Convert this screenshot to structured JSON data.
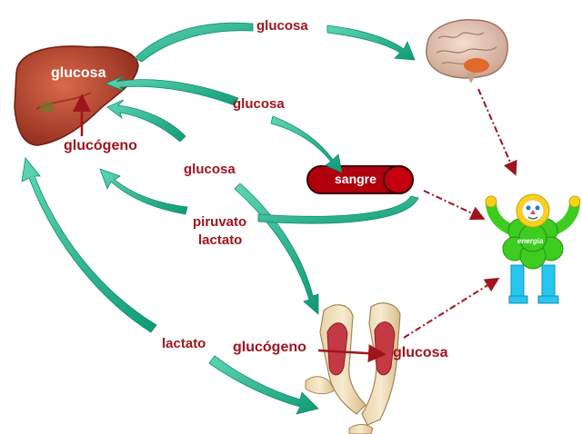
{
  "labels": {
    "liver_glucose": "glucosa",
    "liver_glycogen": "glucógeno",
    "to_brain": "glucosa",
    "liver_to_blood": "glucosa",
    "liver_to_muscle": "glucosa",
    "blood": "sangre",
    "blood_return": [
      "piruvato",
      "lactato"
    ],
    "muscle_lactate": "lactato",
    "muscle_glycogen": "glucógeno",
    "muscle_glucose": "glucosa",
    "energy": "energia"
  },
  "colors": {
    "arrow_teal": "#1fae8a",
    "text_red": "#a0141e",
    "blood_fill": "#b0000d",
    "liver": "#b8412b",
    "energy_body": "#3dcc1f",
    "energy_legs": "#27c6ee",
    "dashdot_arrow": "#a0141e"
  },
  "icons": [
    "liver-icon",
    "brain-icon",
    "blood-capsule-icon",
    "energy-character-icon",
    "muscle-icon"
  ]
}
